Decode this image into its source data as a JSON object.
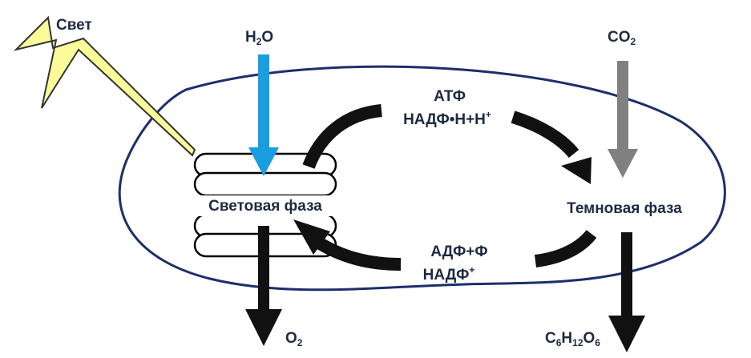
{
  "labels": {
    "light": "Свет",
    "water": "H2O",
    "co2": "CO2",
    "atp": "АТФ",
    "nadph": "НАДФ•Н+Н+",
    "light_phase": "Световая фаза",
    "dark_phase": "Темновая фаза",
    "adp": "АДФ+Ф",
    "nadp": "НАДФ+",
    "o2": "O2",
    "glucose": "C6H12O6"
  },
  "colors": {
    "ink": "#1f2a44",
    "chloroplast_outline": "#1c2f6b",
    "water_arrow": "#1a9ee0",
    "co2_arrow": "#808080",
    "light_bolt": "#fbfb9a",
    "arrow_black": "#111111"
  }
}
